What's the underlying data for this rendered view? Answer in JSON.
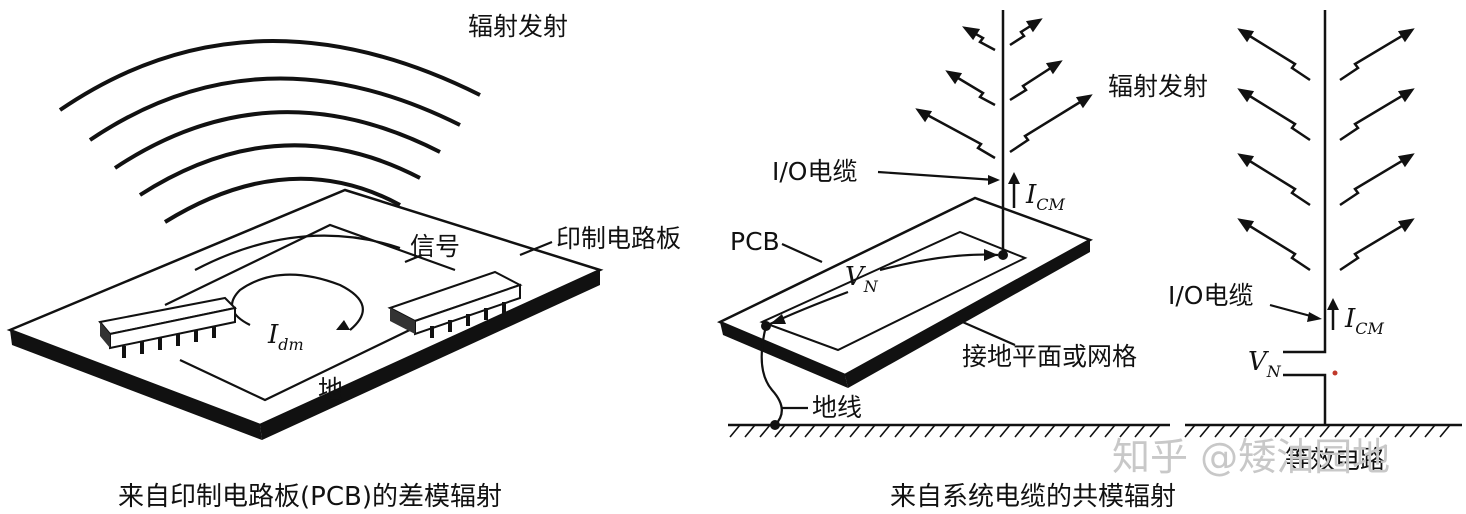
{
  "left": {
    "title": "辐射发射",
    "pcb_label": "印制电路板",
    "signal_label": "信号",
    "current_symbol": "I",
    "current_sub": "dm",
    "ground_label": "地",
    "caption": "来自印制电路板(PCB)的差模辐射"
  },
  "middle": {
    "radiation_label": "辐射发射",
    "cable_label": "I/O电缆",
    "current_symbol": "I",
    "current_sub": "CM",
    "pcb_label": "PCB",
    "voltage_symbol": "V",
    "voltage_sub": "N",
    "plane_label": "接地平面或网格",
    "ground_wire_label": "地线",
    "caption": "来自系统电缆的共模辐射"
  },
  "right": {
    "cable_label": "I/O电缆",
    "current_symbol": "I",
    "current_sub": "CM",
    "voltage_symbol": "V",
    "voltage_sub": "N",
    "model_label": "等效电路"
  },
  "watermark": "知乎 @矮油园地"
}
